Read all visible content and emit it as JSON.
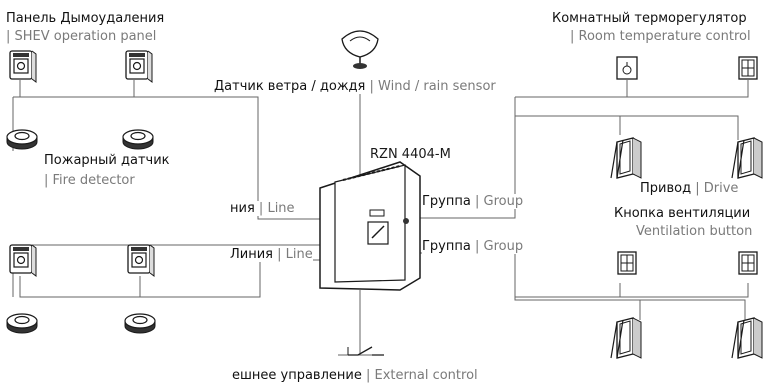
{
  "labels": {
    "shev_ru": "Панель Дымоудаления",
    "shev_en": "| SHEV operation panel",
    "fire_ru": "Пожарный датчик",
    "fire_en": "| Fire detector",
    "wind_ru": "Датчик ветра / дождя",
    "wind_en": "Wind / rain sensor",
    "room_ru": "Комнатный терморегулятор",
    "room_en": "| Room temperature control",
    "drive_ru": "Привод",
    "drive_en": "Drive",
    "vent_ru": "Кнопка вентиляции",
    "vent_en": "Ventilation button",
    "model": "RZN 4404-M",
    "line_upper_ru": "ния",
    "line_lower_ru": "Линия",
    "line_en": "Line",
    "group_ru": "Группа",
    "group_en": "Group",
    "ext_ru": "ешнее управление",
    "ext_en": "| External control",
    "sep": "|"
  },
  "colors": {
    "line": "#666666",
    "device_fill": "#ffffff",
    "device_stroke": "#1a1a1a",
    "text_en": "#7a7a7a"
  }
}
